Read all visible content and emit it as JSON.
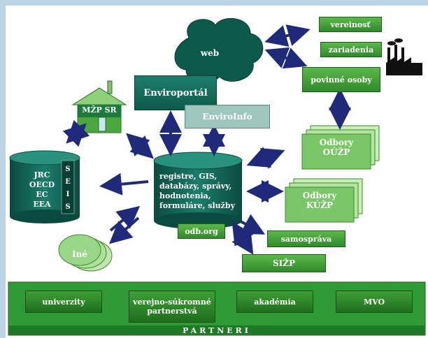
{
  "nodes": {
    "web": "web",
    "enviroportal": "Enviroportál",
    "enviroinfo": "EnviroInfo",
    "mzp": "MŽP SR",
    "verejnost": "vereinosť",
    "zariadenia": "zariadenia",
    "povinne_osoby": "povinné osoby",
    "odbory_ouzp_line1": "Odbory",
    "odbory_ouzp_line2": "OÚŽP",
    "odbory_kuzp_line1": "Odbory",
    "odbory_kuzp_line2": "KÚŽP",
    "registre_lines": [
      "registre, GIS,",
      "databázy, správy,",
      "hodnotenia,",
      "formuláre, služby"
    ],
    "odb_org": "odb.org",
    "samosprava": "samospráva",
    "sizp": "SIŽP",
    "jrc_lines": [
      "JRC",
      "OECD",
      "EC",
      "EEA"
    ],
    "seis_letters": [
      "S",
      "E",
      "I",
      "S"
    ],
    "ine": "Iné"
  },
  "partners": {
    "items": [
      "univerzity",
      "verejno-súkromné partnerstvá",
      "akadémia",
      "MVO"
    ],
    "footer": "PARTNERI"
  },
  "colors": {
    "dark_teal": "#0f5f50",
    "green": "#3e9f35",
    "light_green": "#8ed07a",
    "arrow": "#1f2a7a",
    "frame": "#bcd3e6"
  }
}
